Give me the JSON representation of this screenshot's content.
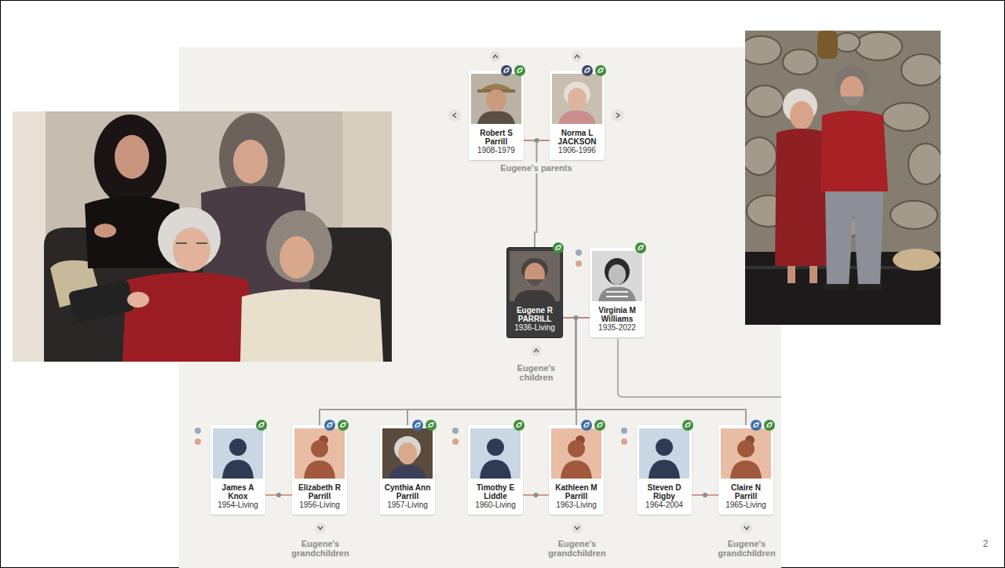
{
  "diagram": {
    "nodes": [
      {
        "text": [
          "Robert S Parrill",
          "1908-1979"
        ]
      },
      {
        "text": [
          "Norma L JACKSON",
          "1906-1996"
        ]
      },
      {
        "text": [
          "Eugene R PARRILL",
          "1936-Living"
        ]
      },
      {
        "text": [
          "Virginia M Williams",
          "1935-2022"
        ]
      },
      {
        "text": [
          "James A Knox",
          "1954-Living"
        ]
      },
      {
        "text": [
          "Elizabeth R Parrill",
          "1956-Living"
        ]
      },
      {
        "text": [
          "Cynthia Ann Parrill",
          "1957-Living"
        ]
      },
      {
        "text": [
          "Timothy E Liddle",
          "1960-Living"
        ]
      },
      {
        "text": [
          "Kathleen M Parrill",
          "1963-Living"
        ]
      },
      {
        "text": [
          "Steven D Rigby",
          "1964-2004"
        ]
      },
      {
        "text": [
          "Claire N Parrill",
          "1965-Living"
        ]
      }
    ],
    "edges": [
      {
        "from": 0,
        "to": 1,
        "arrow": "none"
      },
      {
        "from": 0,
        "to": 2,
        "arrow": "none"
      },
      {
        "from": 1,
        "to": 2,
        "arrow": "none"
      },
      {
        "from": 2,
        "to": 3,
        "arrow": "none"
      },
      {
        "from": 2,
        "to": 5,
        "arrow": "none"
      },
      {
        "from": 2,
        "to": 6,
        "arrow": "none"
      },
      {
        "from": 2,
        "to": 8,
        "arrow": "none"
      },
      {
        "from": 2,
        "to": 10,
        "arrow": "none"
      },
      {
        "from": 3,
        "to": 5,
        "arrow": "none"
      },
      {
        "from": 3,
        "to": 6,
        "arrow": "none"
      },
      {
        "from": 3,
        "to": 8,
        "arrow": "none"
      },
      {
        "from": 3,
        "to": 10,
        "arrow": "none"
      },
      {
        "from": 4,
        "to": 5,
        "arrow": "none"
      },
      {
        "from": 7,
        "to": 8,
        "arrow": "none"
      },
      {
        "from": 9,
        "to": 10,
        "arrow": "none"
      }
    ],
    "labels": [
      "Eugene's parents",
      "Eugene's children",
      "Eugene's grandchildren",
      "Eugene's grandchildren",
      "Eugene's grandchildren",
      "2"
    ]
  }
}
